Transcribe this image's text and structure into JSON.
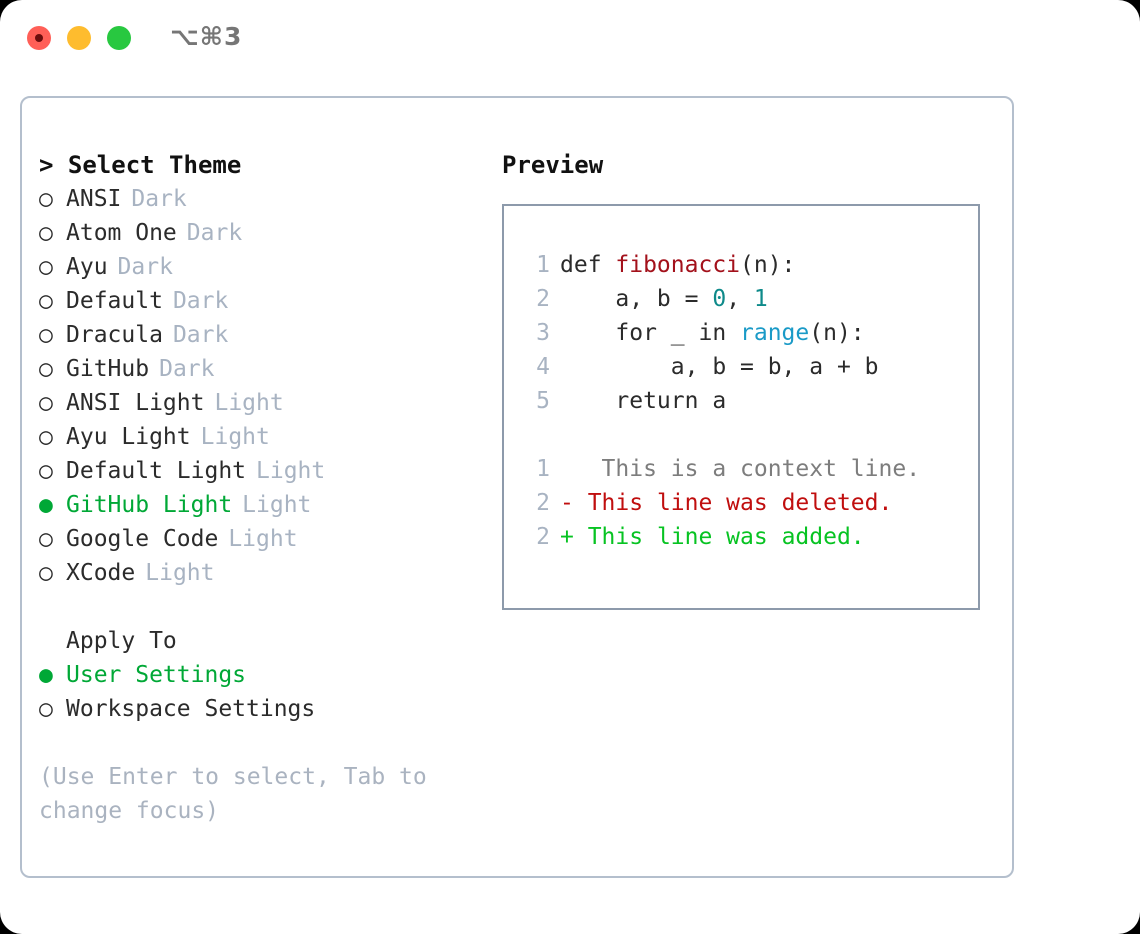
{
  "titlebar": {
    "shortcut": "⌥⌘3",
    "buttons": [
      "close",
      "minimize",
      "zoom"
    ]
  },
  "theme_panel": {
    "header": "> Select Theme",
    "items": [
      {
        "label": "ANSI",
        "badge": "Dark",
        "selected": false,
        "marker": "○"
      },
      {
        "label": "Atom One",
        "badge": "Dark",
        "selected": false,
        "marker": "○"
      },
      {
        "label": "Ayu",
        "badge": "Dark",
        "selected": false,
        "marker": "○"
      },
      {
        "label": "Default",
        "badge": "Dark",
        "selected": false,
        "marker": "○"
      },
      {
        "label": "Dracula",
        "badge": "Dark",
        "selected": false,
        "marker": "○"
      },
      {
        "label": "GitHub",
        "badge": "Dark",
        "selected": false,
        "marker": "○"
      },
      {
        "label": "ANSI Light",
        "badge": "Light",
        "selected": false,
        "marker": "○"
      },
      {
        "label": "Ayu Light",
        "badge": "Light",
        "selected": false,
        "marker": "○"
      },
      {
        "label": "Default Light",
        "badge": "Light",
        "selected": false,
        "marker": "○"
      },
      {
        "label": "GitHub Light",
        "badge": "Light",
        "selected": true,
        "marker": "●"
      },
      {
        "label": "Google Code",
        "badge": "Light",
        "selected": false,
        "marker": "○"
      },
      {
        "label": "XCode",
        "badge": "Light",
        "selected": false,
        "marker": "○"
      }
    ]
  },
  "apply_to": {
    "title": "Apply To",
    "options": [
      {
        "label": "User Settings",
        "selected": true,
        "marker": "●"
      },
      {
        "label": "Workspace Settings",
        "selected": false,
        "marker": "○"
      }
    ]
  },
  "hint": "(Use Enter to select, Tab to change focus)",
  "preview": {
    "title": "Preview",
    "code_lines": [
      {
        "n": "1",
        "tokens": [
          {
            "t": "def ",
            "c": "kw"
          },
          {
            "t": "fibonacci",
            "c": "fn"
          },
          {
            "t": "(n):",
            "c": "kw"
          }
        ]
      },
      {
        "n": "2",
        "tokens": [
          {
            "t": "    a, b = ",
            "c": "kw"
          },
          {
            "t": "0",
            "c": "num"
          },
          {
            "t": ", ",
            "c": "kw"
          },
          {
            "t": "1",
            "c": "num"
          }
        ]
      },
      {
        "n": "3",
        "tokens": [
          {
            "t": "    for _ in ",
            "c": "kw"
          },
          {
            "t": "range",
            "c": "builtin"
          },
          {
            "t": "(n):",
            "c": "kw"
          }
        ]
      },
      {
        "n": "4",
        "tokens": [
          {
            "t": "        a, b = b, a + b",
            "c": "kw"
          }
        ]
      },
      {
        "n": "5",
        "tokens": [
          {
            "t": "    return a",
            "c": "kw"
          }
        ]
      }
    ],
    "diff_lines": [
      {
        "n": "1",
        "sign": " ",
        "text": "  This is a context line.",
        "kind": "context"
      },
      {
        "n": "2",
        "sign": "-",
        "text": " This line was deleted.",
        "kind": "del"
      },
      {
        "n": "2",
        "sign": "+",
        "text": " This line was added.",
        "kind": "add"
      }
    ]
  },
  "colors": {
    "accent_green": "#00a836",
    "badge_gray": "#a8b3c2",
    "diff_add": "#07c322",
    "diff_del": "#c00e0e",
    "diff_context": "#7d7d7d",
    "function_red": "#a3111b",
    "number_teal": "#0e8a8a",
    "builtin_blue": "#1a9ac7",
    "card_border": "#b4bfcd",
    "preview_border": "#8d9aab"
  }
}
